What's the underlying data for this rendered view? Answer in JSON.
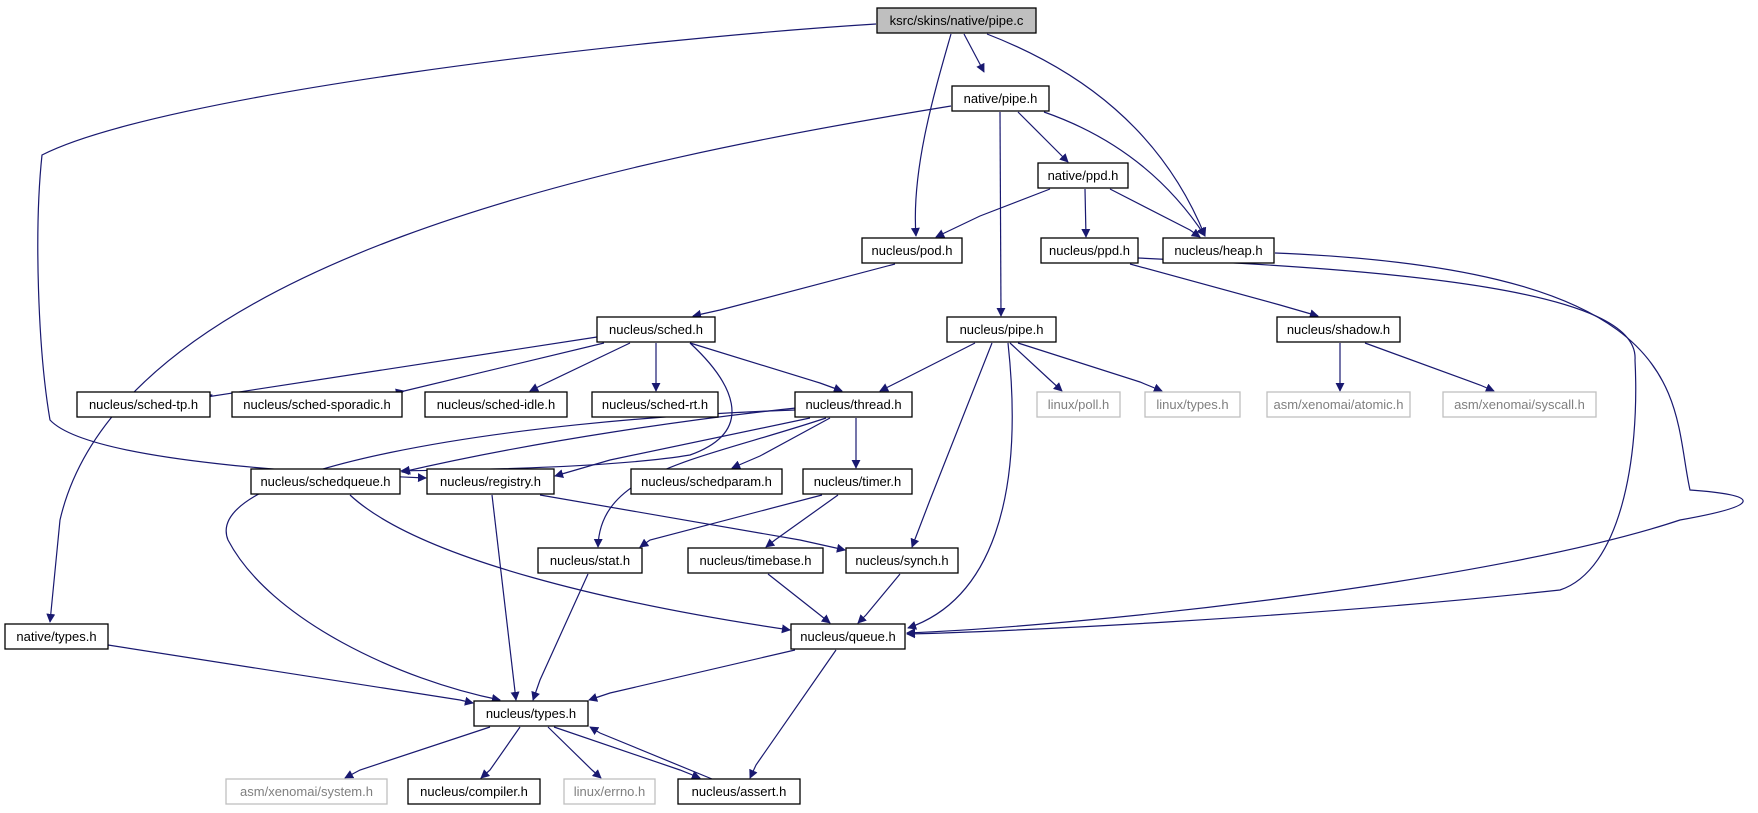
{
  "diagram": {
    "title": "",
    "colors": {
      "edge": "#191970",
      "root_fill": "#bfbfbf",
      "node_border": "#000000",
      "external_border": "#bfbfbf",
      "external_text": "#7f7f7f"
    },
    "nodes": [
      {
        "id": "pipe_c",
        "label": "ksrc/skins/native/pipe.c",
        "kind": "root"
      },
      {
        "id": "native_pipe_h",
        "label": "native/pipe.h",
        "kind": "normal"
      },
      {
        "id": "native_ppd_h",
        "label": "native/ppd.h",
        "kind": "normal"
      },
      {
        "id": "nucleus_pod_h",
        "label": "nucleus/pod.h",
        "kind": "normal"
      },
      {
        "id": "nucleus_ppd_h",
        "label": "nucleus/ppd.h",
        "kind": "normal"
      },
      {
        "id": "nucleus_heap_h",
        "label": "nucleus/heap.h",
        "kind": "normal"
      },
      {
        "id": "nucleus_sched_h",
        "label": "nucleus/sched.h",
        "kind": "normal"
      },
      {
        "id": "nucleus_pipe_h",
        "label": "nucleus/pipe.h",
        "kind": "normal"
      },
      {
        "id": "nucleus_shadow_h",
        "label": "nucleus/shadow.h",
        "kind": "normal"
      },
      {
        "id": "sched_tp_h",
        "label": "nucleus/sched-tp.h",
        "kind": "normal"
      },
      {
        "id": "sched_sporadic_h",
        "label": "nucleus/sched-sporadic.h",
        "kind": "normal"
      },
      {
        "id": "sched_idle_h",
        "label": "nucleus/sched-idle.h",
        "kind": "normal"
      },
      {
        "id": "sched_rt_h",
        "label": "nucleus/sched-rt.h",
        "kind": "normal"
      },
      {
        "id": "nucleus_thread_h",
        "label": "nucleus/thread.h",
        "kind": "normal"
      },
      {
        "id": "linux_poll_h",
        "label": "linux/poll.h",
        "kind": "external"
      },
      {
        "id": "linux_types_h",
        "label": "linux/types.h",
        "kind": "external"
      },
      {
        "id": "asm_atomic_h",
        "label": "asm/xenomai/atomic.h",
        "kind": "external"
      },
      {
        "id": "asm_syscall_h",
        "label": "asm/xenomai/syscall.h",
        "kind": "external"
      },
      {
        "id": "nucleus_schedqueue_h",
        "label": "nucleus/schedqueue.h",
        "kind": "normal"
      },
      {
        "id": "nucleus_registry_h",
        "label": "nucleus/registry.h",
        "kind": "normal"
      },
      {
        "id": "nucleus_schedparam_h",
        "label": "nucleus/schedparam.h",
        "kind": "normal"
      },
      {
        "id": "nucleus_timer_h",
        "label": "nucleus/timer.h",
        "kind": "normal"
      },
      {
        "id": "nucleus_stat_h",
        "label": "nucleus/stat.h",
        "kind": "normal"
      },
      {
        "id": "nucleus_timebase_h",
        "label": "nucleus/timebase.h",
        "kind": "normal"
      },
      {
        "id": "nucleus_synch_h",
        "label": "nucleus/synch.h",
        "kind": "normal"
      },
      {
        "id": "native_types_h",
        "label": "native/types.h",
        "kind": "normal"
      },
      {
        "id": "nucleus_queue_h",
        "label": "nucleus/queue.h",
        "kind": "normal"
      },
      {
        "id": "nucleus_types_h",
        "label": "nucleus/types.h",
        "kind": "normal"
      },
      {
        "id": "asm_system_h",
        "label": "asm/xenomai/system.h",
        "kind": "external"
      },
      {
        "id": "nucleus_compiler_h",
        "label": "nucleus/compiler.h",
        "kind": "normal"
      },
      {
        "id": "linux_errno_h",
        "label": "linux/errno.h",
        "kind": "external"
      },
      {
        "id": "nucleus_assert_h",
        "label": "nucleus/assert.h",
        "kind": "normal"
      }
    ],
    "edges": [
      [
        "pipe_c",
        "native_pipe_h"
      ],
      [
        "pipe_c",
        "nucleus_pod_h"
      ],
      [
        "pipe_c",
        "nucleus_heap_h"
      ],
      [
        "pipe_c",
        "nucleus_registry_h"
      ],
      [
        "native_pipe_h",
        "native_ppd_h"
      ],
      [
        "native_pipe_h",
        "nucleus_heap_h"
      ],
      [
        "native_pipe_h",
        "nucleus_pipe_h"
      ],
      [
        "native_pipe_h",
        "native_types_h"
      ],
      [
        "native_ppd_h",
        "nucleus_pod_h"
      ],
      [
        "native_ppd_h",
        "nucleus_ppd_h"
      ],
      [
        "native_ppd_h",
        "nucleus_heap_h"
      ],
      [
        "nucleus_pod_h",
        "nucleus_sched_h"
      ],
      [
        "nucleus_ppd_h",
        "nucleus_shadow_h"
      ],
      [
        "nucleus_ppd_h",
        "nucleus_queue_h"
      ],
      [
        "nucleus_heap_h",
        "nucleus_queue_h"
      ],
      [
        "nucleus_sched_h",
        "sched_tp_h"
      ],
      [
        "nucleus_sched_h",
        "sched_sporadic_h"
      ],
      [
        "nucleus_sched_h",
        "sched_idle_h"
      ],
      [
        "nucleus_sched_h",
        "sched_rt_h"
      ],
      [
        "nucleus_sched_h",
        "nucleus_thread_h"
      ],
      [
        "nucleus_sched_h",
        "nucleus_schedqueue_h"
      ],
      [
        "nucleus_pipe_h",
        "nucleus_thread_h"
      ],
      [
        "nucleus_pipe_h",
        "linux_poll_h"
      ],
      [
        "nucleus_pipe_h",
        "linux_types_h"
      ],
      [
        "nucleus_pipe_h",
        "nucleus_synch_h"
      ],
      [
        "nucleus_pipe_h",
        "nucleus_queue_h"
      ],
      [
        "nucleus_shadow_h",
        "asm_atomic_h"
      ],
      [
        "nucleus_shadow_h",
        "asm_syscall_h"
      ],
      [
        "nucleus_thread_h",
        "nucleus_schedqueue_h"
      ],
      [
        "nucleus_thread_h",
        "nucleus_registry_h"
      ],
      [
        "nucleus_thread_h",
        "nucleus_schedparam_h"
      ],
      [
        "nucleus_thread_h",
        "nucleus_timer_h"
      ],
      [
        "nucleus_thread_h",
        "nucleus_stat_h"
      ],
      [
        "nucleus_thread_h",
        "nucleus_types_h"
      ],
      [
        "nucleus_schedqueue_h",
        "nucleus_queue_h"
      ],
      [
        "nucleus_registry_h",
        "nucleus_synch_h"
      ],
      [
        "nucleus_registry_h",
        "nucleus_types_h"
      ],
      [
        "nucleus_timer_h",
        "nucleus_stat_h"
      ],
      [
        "nucleus_timer_h",
        "nucleus_timebase_h"
      ],
      [
        "nucleus_stat_h",
        "nucleus_types_h"
      ],
      [
        "nucleus_timebase_h",
        "nucleus_queue_h"
      ],
      [
        "nucleus_synch_h",
        "nucleus_queue_h"
      ],
      [
        "native_types_h",
        "nucleus_types_h"
      ],
      [
        "nucleus_queue_h",
        "nucleus_types_h"
      ],
      [
        "nucleus_queue_h",
        "nucleus_assert_h"
      ],
      [
        "nucleus_types_h",
        "asm_system_h"
      ],
      [
        "nucleus_types_h",
        "nucleus_compiler_h"
      ],
      [
        "nucleus_types_h",
        "linux_errno_h"
      ],
      [
        "nucleus_types_h",
        "nucleus_assert_h"
      ],
      [
        "nucleus_assert_h",
        "nucleus_types_h"
      ]
    ]
  }
}
